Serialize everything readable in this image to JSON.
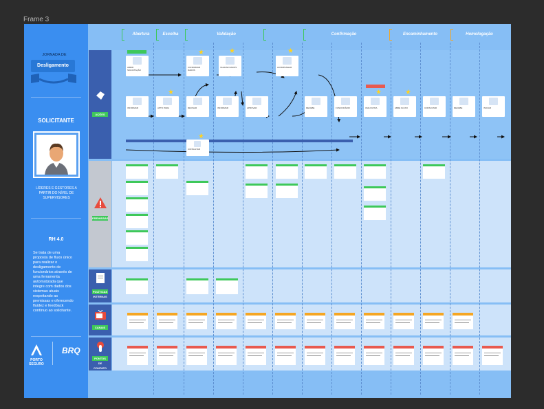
{
  "frame": {
    "label": "Frame 3"
  },
  "persona": {
    "banner_top": "JORNADA DE",
    "banner": "Desligamento",
    "role": "SOLICITANTE",
    "role_desc": "LÍDERES E GESTORES A PARTIR DO NÍVEL DE SUPERVISORES",
    "product": "RH 4.0",
    "product_desc": "Se trata de uma proposta de fluxo único para realizar o desligamento de funcionários através de uma ferramenta automatizada que integre com dados dos sistemas atuais respeitando as premissas e oferecendo fluidez e feedback contínuo ao solicitante.",
    "logo_left": "PORTO SEGURO",
    "logo_right": "BRQ"
  },
  "phases": [
    "Abertura",
    "Escolha",
    "Validação",
    "",
    "Confirmação",
    "Encaminhamento",
    "Homologação"
  ],
  "rows": {
    "acoes": "AÇÕES",
    "premissas": "PREMISSAS",
    "politicas": "POLÍTICAS INTERNAS",
    "canais": "CANAIS",
    "pontos": "PONTOS DE CONTATO"
  },
  "colors": {
    "board": "#86bef5",
    "left": "#3a8ef0",
    "accent_green": "#3ec85a",
    "accent_orange": "#f5a623",
    "dark": "#3a5fae"
  }
}
